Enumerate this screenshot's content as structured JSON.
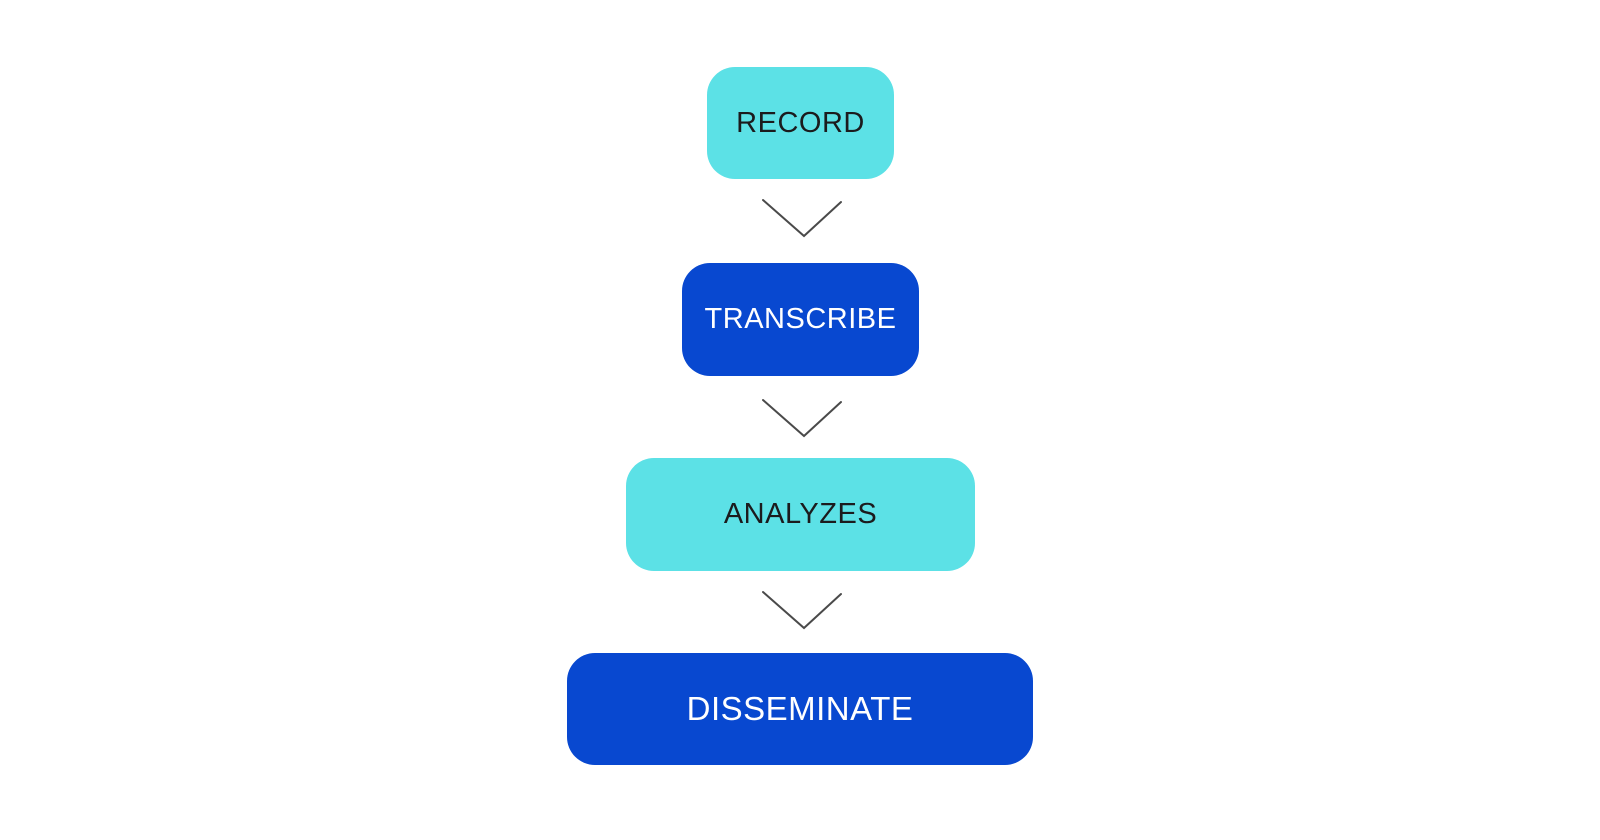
{
  "diagram": {
    "type": "flowchart",
    "orientation": "vertical",
    "background_color": "#FFFFFF",
    "steps": [
      {
        "id": "record",
        "label": "RECORD",
        "shape": "rounded-rectangle",
        "fill": "#5CE1E6",
        "text_color": "#1B1B1D"
      },
      {
        "id": "transcribe",
        "label": "TRANSCRIBE",
        "shape": "rounded-rectangle",
        "fill": "#0848D0",
        "text_color": "#FFFFFF"
      },
      {
        "id": "analyzes",
        "label": "ANALYZES",
        "shape": "rounded-rectangle",
        "fill": "#5CE1E6",
        "text_color": "#1B1B1D"
      },
      {
        "id": "disseminate",
        "label": "DISSEMINATE",
        "shape": "rounded-rectangle",
        "fill": "#0848D0",
        "text_color": "#FFFFFF"
      }
    ],
    "connectors": [
      {
        "from": "record",
        "to": "transcribe",
        "style": "chevron-down",
        "color": "#4A4A4A"
      },
      {
        "from": "transcribe",
        "to": "analyzes",
        "style": "chevron-down",
        "color": "#4A4A4A"
      },
      {
        "from": "analyzes",
        "to": "disseminate",
        "style": "chevron-down",
        "color": "#4A4A4A"
      }
    ],
    "colors": {
      "accent_cyan": "#5CE1E6",
      "accent_blue": "#0848D0",
      "connector_gray": "#4A4A4A"
    }
  }
}
